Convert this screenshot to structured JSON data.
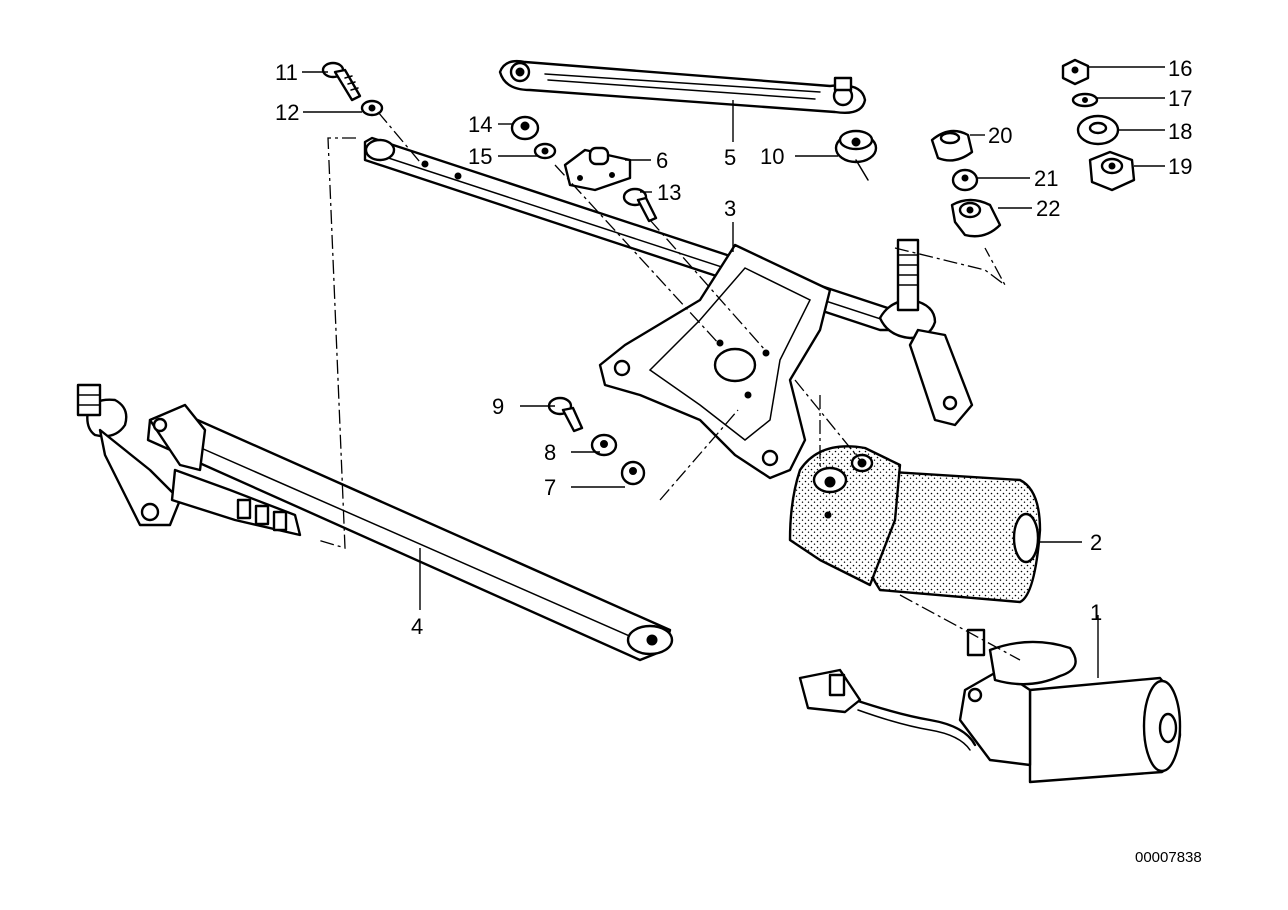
{
  "diagram": {
    "catalog_number": "00007838",
    "callouts": [
      {
        "id": "c1",
        "label": "1"
      },
      {
        "id": "c2",
        "label": "2"
      },
      {
        "id": "c3",
        "label": "3"
      },
      {
        "id": "c4",
        "label": "4"
      },
      {
        "id": "c5",
        "label": "5"
      },
      {
        "id": "c6",
        "label": "6"
      },
      {
        "id": "c7",
        "label": "7"
      },
      {
        "id": "c8",
        "label": "8"
      },
      {
        "id": "c9",
        "label": "9"
      },
      {
        "id": "c10",
        "label": "10"
      },
      {
        "id": "c11",
        "label": "11"
      },
      {
        "id": "c12",
        "label": "12"
      },
      {
        "id": "c13",
        "label": "13"
      },
      {
        "id": "c14",
        "label": "14"
      },
      {
        "id": "c15",
        "label": "15"
      },
      {
        "id": "c16",
        "label": "16"
      },
      {
        "id": "c17",
        "label": "17"
      },
      {
        "id": "c18",
        "label": "18"
      },
      {
        "id": "c19",
        "label": "19"
      },
      {
        "id": "c20",
        "label": "20"
      },
      {
        "id": "c21",
        "label": "21"
      },
      {
        "id": "c22",
        "label": "22"
      }
    ]
  }
}
